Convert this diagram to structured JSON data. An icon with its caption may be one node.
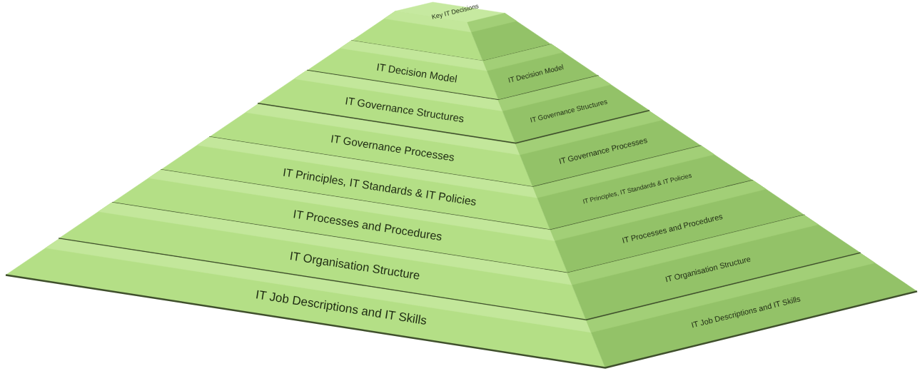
{
  "diagram": {
    "nodes": [
      {
        "text": [
          "Key IT Decisions"
        ]
      },
      {
        "text": [
          "IT Decision Model",
          "IT Decision Model"
        ]
      },
      {
        "text": [
          "IT Governance Structures",
          "IT Governance Structures"
        ]
      },
      {
        "text": [
          "IT Governance Processes",
          "IT Governance Processes"
        ]
      },
      {
        "text": [
          "IT Principles, IT Standards & IT Policies",
          "IT Principles, IT Standards & IT Policies"
        ]
      },
      {
        "text": [
          "IT Processes and Procedures",
          "IT Processes and Procedures"
        ]
      },
      {
        "text": [
          "IT Organisation Structure",
          "IT Organisation Structure"
        ]
      },
      {
        "text": [
          "IT Job Descriptions and IT Skills",
          "IT Job Descriptions and IT Skills"
        ]
      }
    ]
  }
}
